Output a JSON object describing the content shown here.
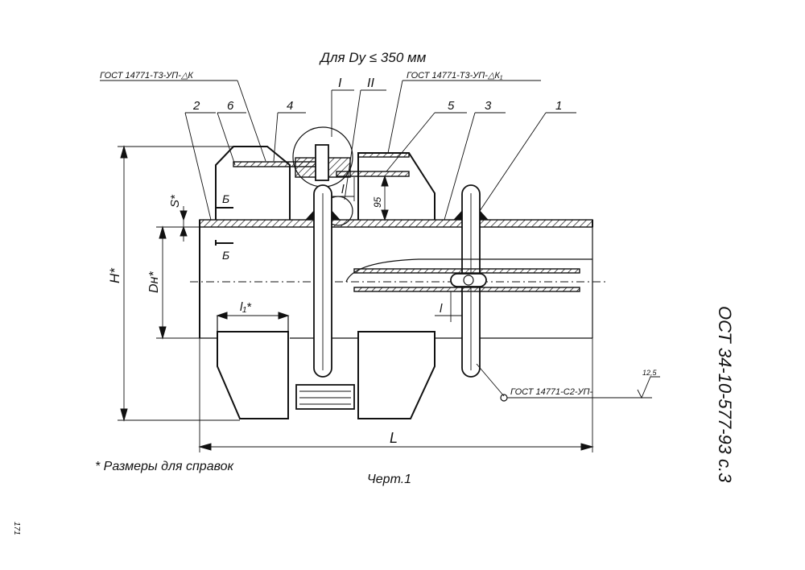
{
  "drawing": {
    "note_top": "Для Dy ≤ 350 мм",
    "gost_left": "ГОСТ 14771-Т3-УП-△К",
    "gost_right": "ГОСТ 14771-Т3-УП-△К₁",
    "gost_bottom": "ГОСТ 14771-С2-УП-",
    "roughness": "12,5",
    "callouts": [
      "1",
      "2",
      "3",
      "4",
      "5",
      "6"
    ],
    "views": [
      "I",
      "II"
    ],
    "section_label": "Б",
    "dims": {
      "H": "H*",
      "Dn": "Dн*",
      "S": "S*",
      "L": "L",
      "L1": "l₁*",
      "l": "l",
      "l2": "l",
      "h95": "95"
    },
    "footnote": "* Размеры для справок",
    "caption": "Черт.1",
    "doc_code": "ОСТ 34-10-577-93 с.3",
    "corner_mark": "171"
  }
}
